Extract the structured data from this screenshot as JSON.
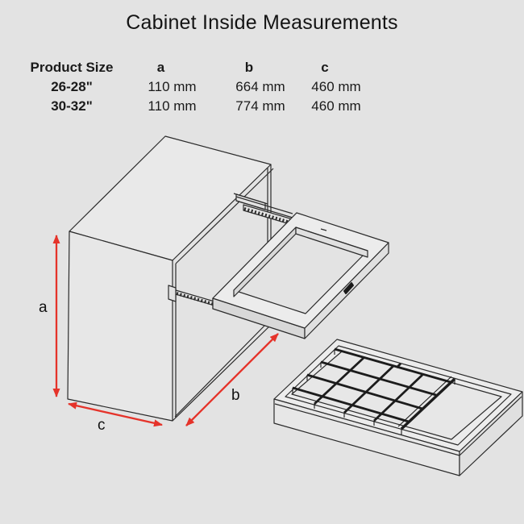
{
  "title": "Cabinet Inside Measurements",
  "table": {
    "headers": [
      "Product Size",
      "a",
      "b",
      "c"
    ],
    "rows": [
      {
        "size": "26-28\"",
        "a": "110 mm",
        "b": "664 mm",
        "c": "460 mm"
      },
      {
        "size": "30-32\"",
        "a": "110 mm",
        "b": "774 mm",
        "c": "460 mm"
      }
    ]
  },
  "diagram": {
    "dimension_labels": {
      "a": "a",
      "b": "b",
      "c": "c"
    },
    "arrow_color": "#e5332a",
    "line_color": "#2b2b2b",
    "background_color": "#e3e3e3"
  }
}
